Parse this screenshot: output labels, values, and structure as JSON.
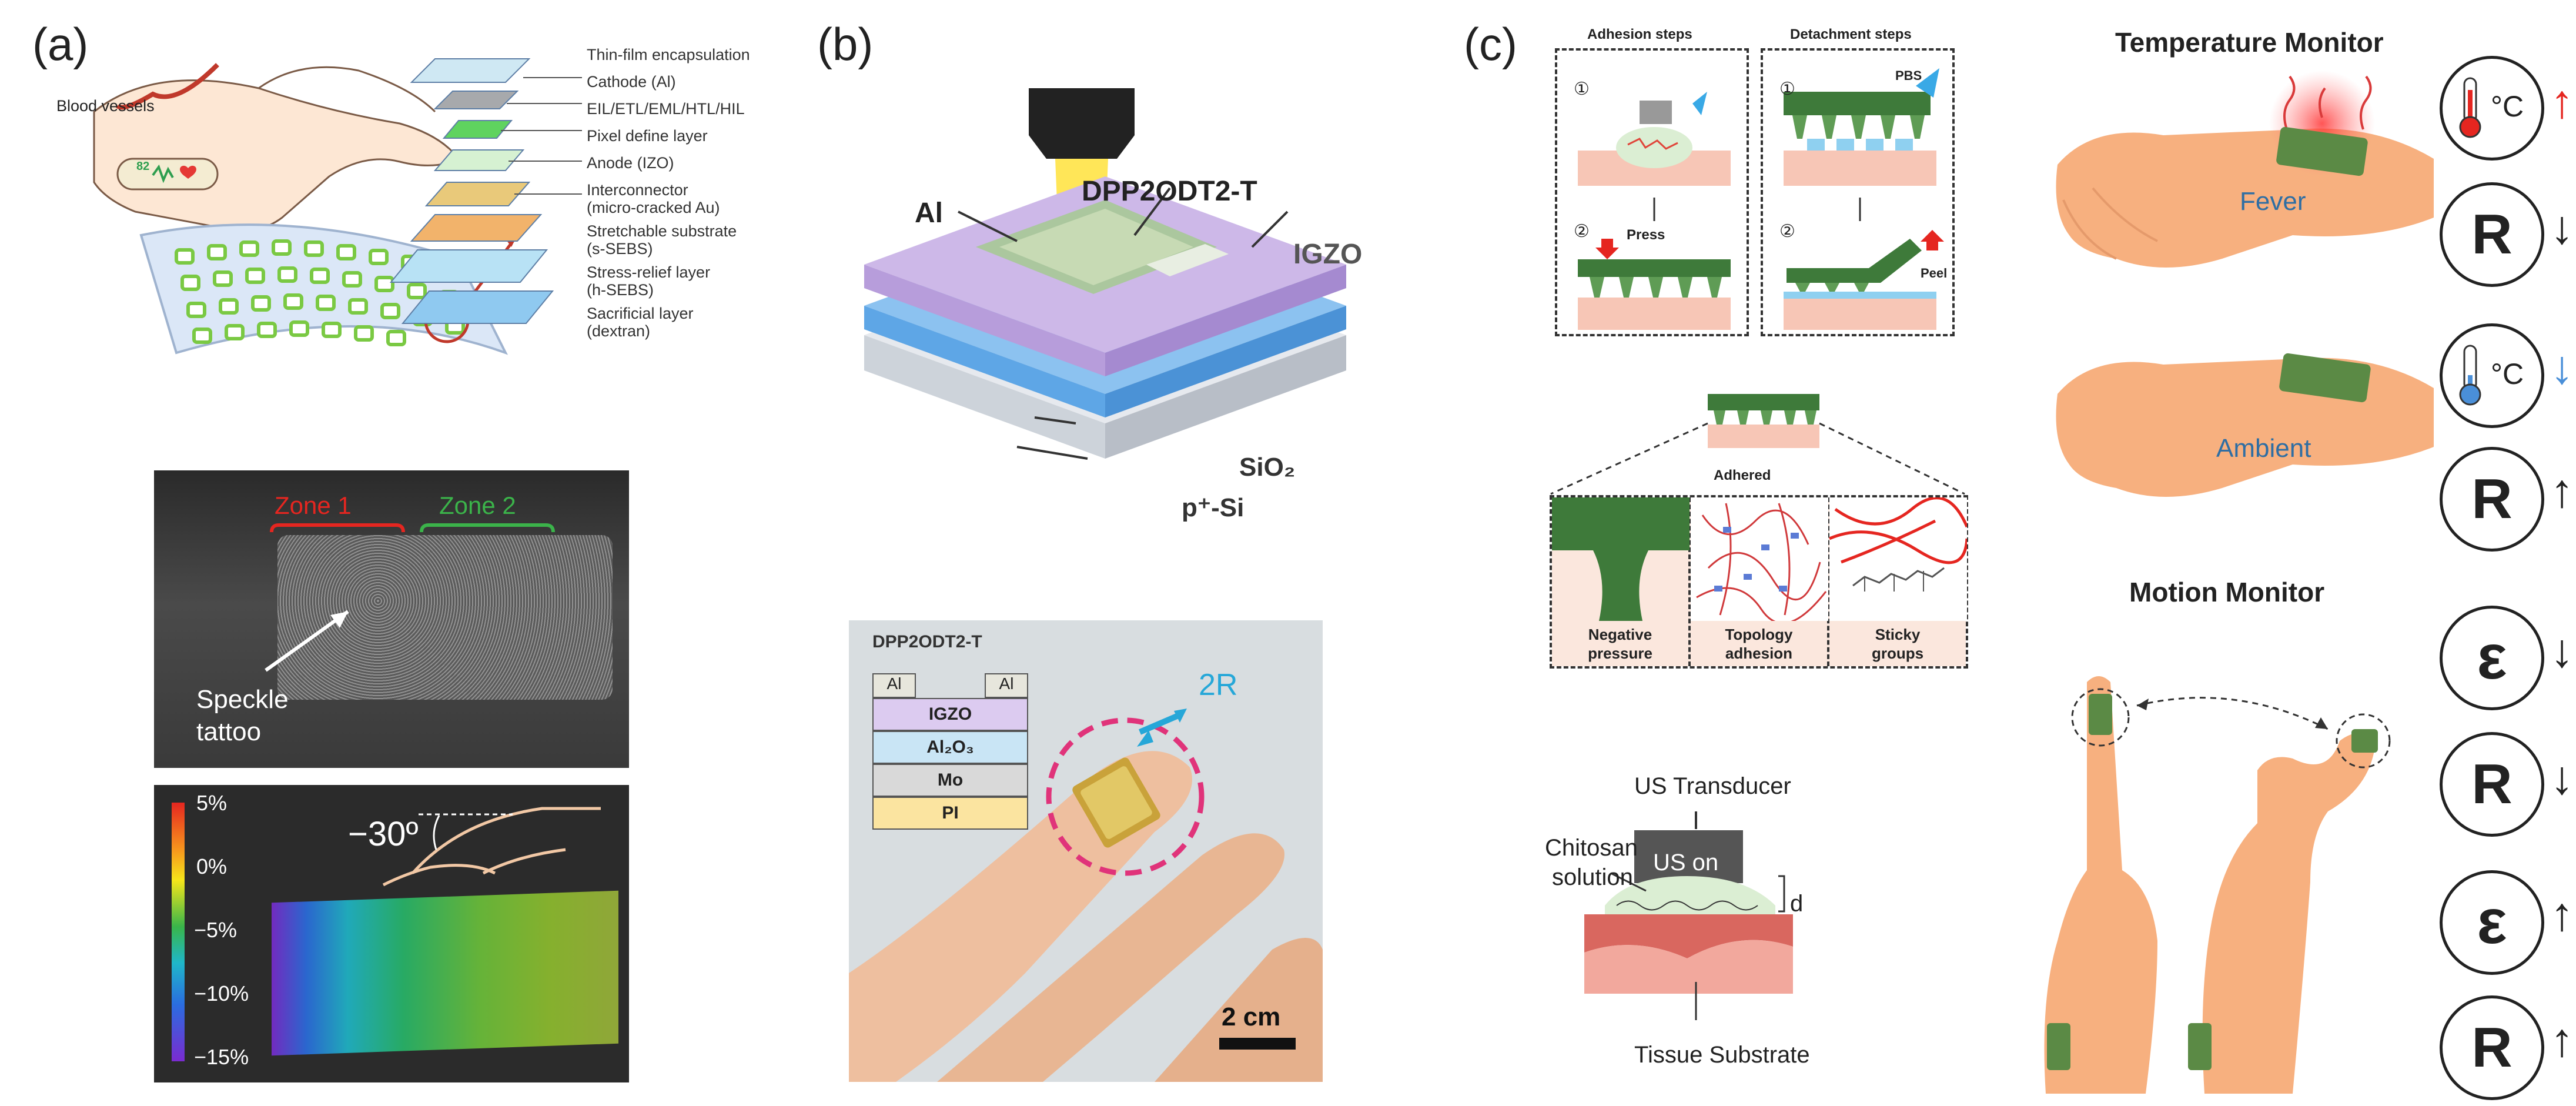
{
  "panels": {
    "a": {
      "label": "(a)",
      "blood_vessels": "Blood vessels",
      "badge_text": "82",
      "layers": [
        "Thin-film encapsulation",
        "Cathode (Al)",
        "EIL/ETL/EML/HTL/HIL",
        "Pixel define layer",
        "Anode (IZO)",
        "Interconnector",
        "(micro-cracked Au)",
        "Stretchable substrate",
        "(s-SEBS)",
        "Stress-relief layer",
        "(h-SEBS)",
        "Sacrificial layer",
        "(dextran)"
      ],
      "speckle": {
        "zone1": "Zone 1",
        "zone2": "Zone 2",
        "tattoo_line1": "Speckle",
        "tattoo_line2": "tattoo"
      },
      "strain_map": {
        "angle": "−30º",
        "colorbar_ticks": [
          "5%",
          "0%",
          "−5%",
          "−10%",
          "−15%"
        ]
      }
    },
    "b": {
      "label": "(b)",
      "device_labels": {
        "al": "Al",
        "dpp": "DPP2ODT2-T",
        "igzo": "IGZO",
        "sio2": "SiO₂",
        "psi": "p⁺-Si"
      },
      "photo": {
        "stack_title": "DPP2ODT2-T",
        "stack_al": "Al",
        "stack_layers": [
          "IGZO",
          "Al₂O₃",
          "Mo",
          "PI"
        ],
        "radius_label": "2R",
        "scale": "2 cm"
      }
    },
    "c": {
      "label": "(c)",
      "adhesion": {
        "title": "Adhesion steps",
        "step1": "①",
        "step2": "②",
        "press": "Press"
      },
      "detachment": {
        "title": "Detachment steps",
        "step1": "①",
        "step2": "②",
        "pbs": "PBS",
        "peel": "Peel"
      },
      "adhered": "Adhered",
      "mechanisms": [
        [
          "Negative",
          "pressure"
        ],
        [
          "Topology",
          "adhesion"
        ],
        [
          "Sticky",
          "groups"
        ]
      ],
      "ultrasound": {
        "transducer": "US Transducer",
        "us_on": "US on",
        "chitosan_line1": "Chitosan",
        "chitosan_line2": "solution",
        "d": "d",
        "substrate": "Tissue Substrate"
      },
      "temperature_monitor": {
        "title": "Temperature Monitor",
        "fever": "Fever",
        "ambient": "Ambient",
        "unit": "°C",
        "resistance": "R"
      },
      "motion_monitor": {
        "title": "Motion Monitor",
        "strain": "ε",
        "resistance": "R"
      }
    }
  }
}
